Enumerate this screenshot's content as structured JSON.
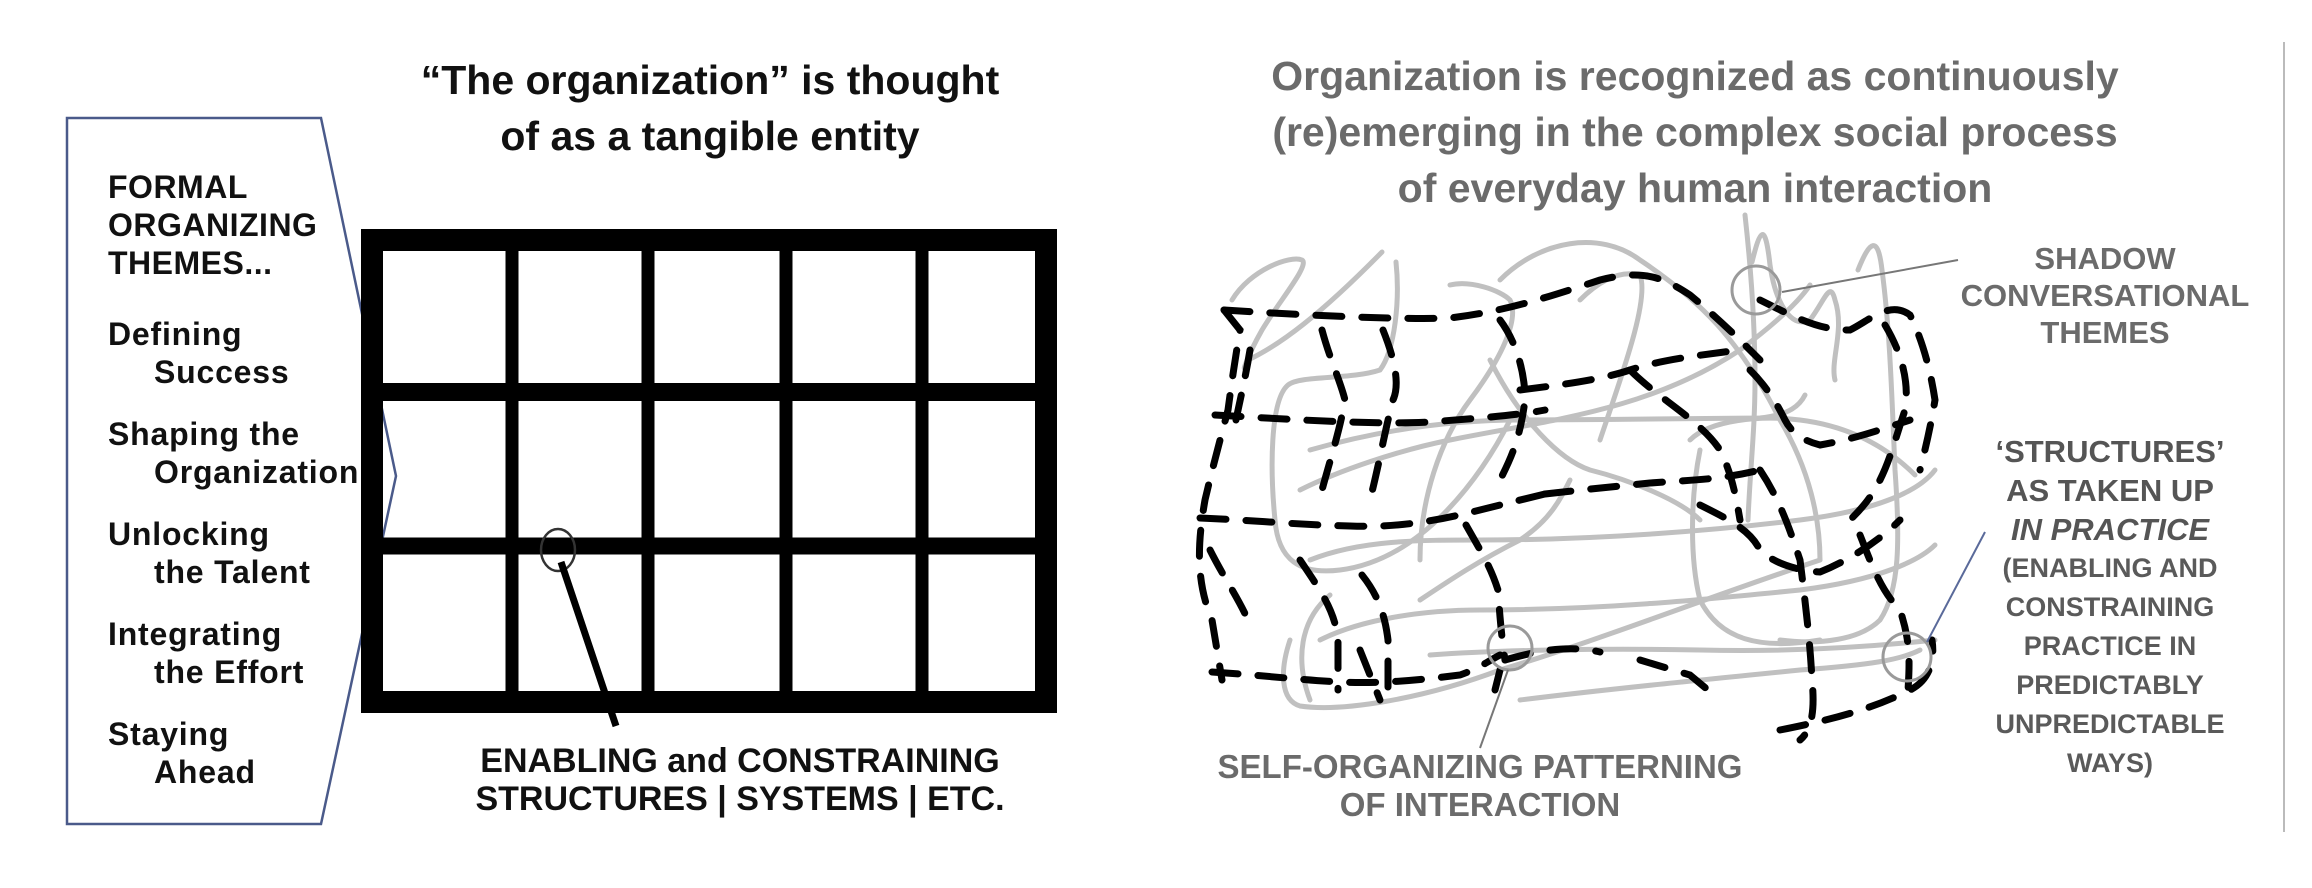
{
  "left_panel": {
    "title": "“The organization” is thought of as a tangible entity",
    "title_lines": [
      "“The organization” is thought",
      "of as a tangible entity"
    ],
    "themes_heading_lines": [
      "FORMAL",
      "ORGANIZING",
      "THEMES..."
    ],
    "themes": [
      {
        "line1": "Defining",
        "line2": "Success"
      },
      {
        "line1": "Shaping the",
        "line2": "Organization"
      },
      {
        "line1": "Unlocking",
        "line2": "the Talent"
      },
      {
        "line1": "Integrating",
        "line2": "the Effort"
      },
      {
        "line1": "Staying",
        "line2": "Ahead"
      }
    ],
    "grid": {
      "rows": 3,
      "columns": 5,
      "line_color": "#000000"
    },
    "grid_caption_lines": [
      "ENABLING and CONSTRAINING",
      "STRUCTURES | SYSTEMS | ETC."
    ],
    "pentagon_border_color": "#4a5a8a"
  },
  "right_panel": {
    "title_lines": [
      "Organization is recognized as continuously",
      "(re)emerging in the complex social process",
      "of everyday human interaction"
    ],
    "shadow_label_lines": [
      "SHADOW",
      "CONVERSATIONAL",
      "THEMES"
    ],
    "structures_label": {
      "lines_big": [
        "‘STRUCTURES’",
        "AS TAKEN UP"
      ],
      "italic": "IN PRACTICE",
      "lines_small": [
        "(ENABLING AND",
        "CONSTRAINING",
        "PRACTICE IN",
        "PREDICTABLY",
        "UNPREDICTABLE",
        "WAYS)"
      ]
    },
    "selforg_label_lines": [
      "SELF-ORGANIZING PATTERNING",
      "OF INTERACTION"
    ],
    "colors": {
      "text_gray": "#6b6b6b",
      "scribble_gray": "#bdbdbd",
      "dash": "#000000"
    }
  }
}
